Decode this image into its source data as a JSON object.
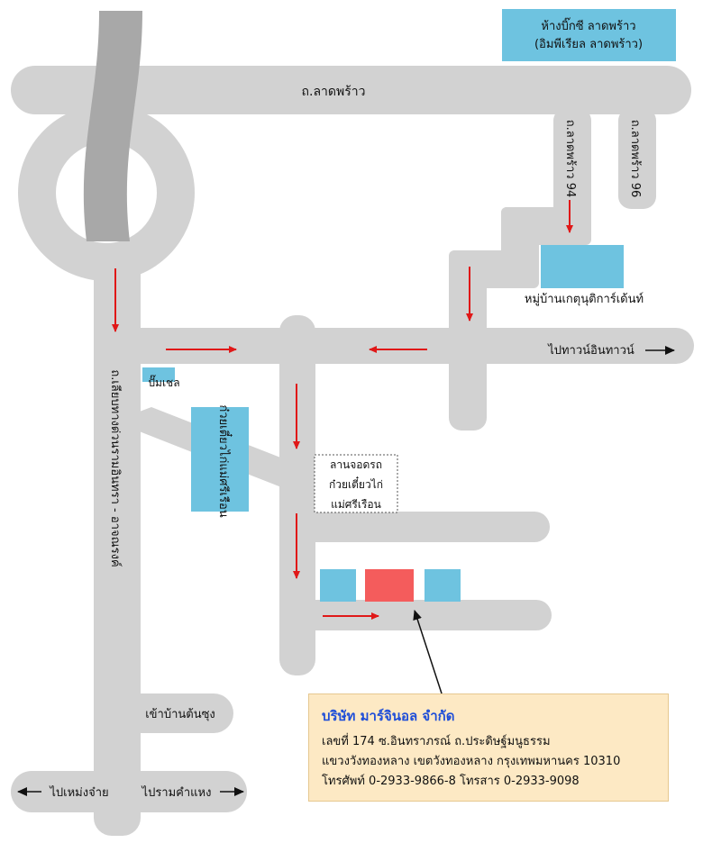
{
  "colors": {
    "road": "#d2d2d2",
    "highway": "#a8a8a8",
    "building": "#6ec3e0",
    "target": "#f45c5c",
    "arrow": "#e01818",
    "box_bg": "#fde9c4",
    "company_name": "#1e4ed8"
  },
  "labels": {
    "bigc_line1": "ห้างบิ๊กซี ลาดพร้าว",
    "bigc_line2": "(อิมพีเรียล ลาดพร้าว)",
    "lat_phrao_road": "ถ.ลาดพร้าว",
    "soi_94": "ถ.ลาดพร้าว 94",
    "soi_96": "ถ.ลาดพร้าว 96",
    "village": "หมู่บ้านเกตุนุติการ์เด้นท์",
    "to_town_in_town": "ไปทาวน์อินทาวน์",
    "shell": "ปั๊มเชล",
    "noodle_shop": "ก๋วยเตี๋ยวไก่แม่ศรีเรือน",
    "parking_line1": "ลานจอดรถ",
    "parking_line2": "ก๋วยเตี๋ยวไก่",
    "parking_line3": "แม่ศรีเรือน",
    "expressway_road": "ถ.เลียบทางด่วนรามอินทรา - อาจณรงค์",
    "ton_sung": "เข้าบ้านต้นซุง",
    "to_mang_jai": "ไปเหม่งจ๋าย",
    "to_ramkhamhaeng": "ไปรามคำแหง"
  },
  "company": {
    "name": "บริษัท มาร์จินอล จำกัด",
    "address_line1": "เลขที่ 174 ซ.อินทราภรณ์ ถ.ประดิษฐ์มนูธรรม",
    "address_line2": "แขวงวังทองหลาง เขตวังทองหลาง กรุงเทพมหานคร 10310",
    "contact": "โทรศัพท์ 0-2933-9866-8 โทรสาร 0-2933-9098"
  }
}
